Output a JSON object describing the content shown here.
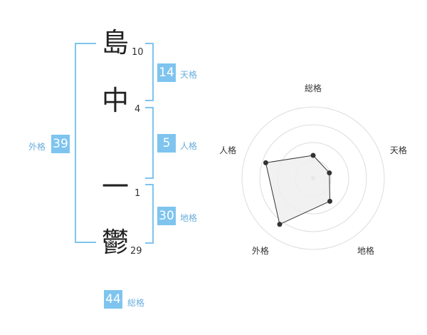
{
  "name": {
    "chars": [
      {
        "char": "島",
        "strokes": "10"
      },
      {
        "char": "中",
        "strokes": "4"
      },
      {
        "char": "一",
        "strokes": "1"
      },
      {
        "char": "鬱",
        "strokes": "29"
      }
    ]
  },
  "grades": {
    "tenkaku": {
      "value": "14",
      "label": "天格"
    },
    "jinkaku": {
      "value": "5",
      "label": "人格"
    },
    "chikaku": {
      "value": "30",
      "label": "地格"
    },
    "gaikaku": {
      "value": "39",
      "label": "外格"
    },
    "soukaku": {
      "value": "44",
      "label": "総格"
    }
  },
  "chart_data": {
    "type": "radar",
    "axes": [
      "総格",
      "天格",
      "地格",
      "外格",
      "人格"
    ],
    "values": [
      1.6,
      1.2,
      2.0,
      4.0,
      3.5
    ],
    "rmax": 5,
    "rings": 4,
    "colors": {
      "fill": "#eeeeee",
      "line": "#333333",
      "grid": "#dddddd",
      "center": "#bbbbbb"
    }
  }
}
